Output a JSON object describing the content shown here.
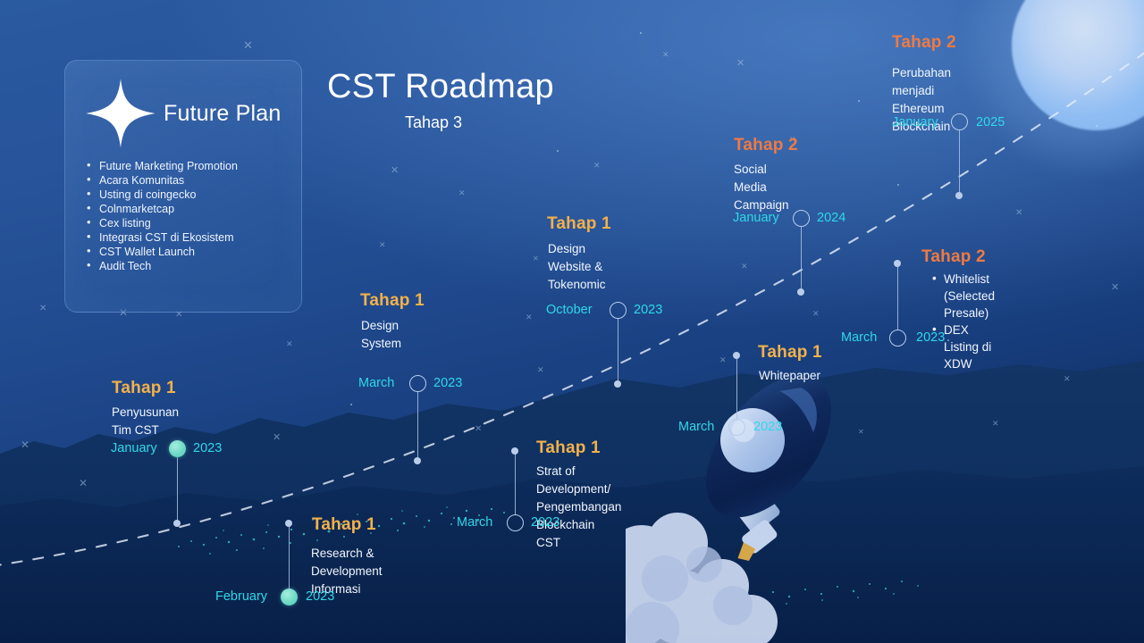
{
  "colors": {
    "phase1": "#f5b councils",
    "phase1_gold": "#f3b14a",
    "phase2_orange": "#ef7a42",
    "date_cyan": "#2fd8e8",
    "dot_teal": "#6fd9c6",
    "dot_outline": "#b7cdee",
    "bg_top": "#2a5aa0",
    "bg_bottom": "#09224c",
    "text_white": "#ffffff"
  },
  "header": {
    "title": "CST Roadmap",
    "subtitle": "Tahap 3"
  },
  "future_plan": {
    "icon": "sparkle-four-point-star-icon",
    "title": "Future Plan",
    "items": [
      "Future  Marketing Promotion",
      " Acara Komunitas",
      " Usting di coingecko",
      "Colnmarketcap",
      "Cex  listing",
      "Integrasi CST di Ekosistem",
      "CST Wallet Launch",
      "Audit Tech"
    ]
  },
  "milestones": [
    {
      "id": "penyusunan-tim-cst",
      "phase": "Tahap 1",
      "phase_color": "#f3b14a",
      "description": "Penyusunan Tim CST",
      "bullets": [],
      "month": "January",
      "year": "2023",
      "dot_style": "filled"
    },
    {
      "id": "research-development-informasi",
      "phase": "Tahap 1",
      "phase_color": "#f3b14a",
      "description": "Research &\nDevelopment Informasi",
      "bullets": [],
      "month": "February",
      "year": "2023",
      "dot_style": "filled"
    },
    {
      "id": "design-system",
      "phase": "Tahap 1",
      "phase_color": "#f3b14a",
      "description": "Design System",
      "bullets": [],
      "month": "March",
      "year": "2023",
      "dot_style": "hollow"
    },
    {
      "id": "strat-of-development",
      "phase": "Tahap 1",
      "phase_color": "#f3b14a",
      "description": "Strat of Development/\nPengembangan Blockchain CST",
      "bullets": [],
      "month": "March",
      "year": "2023",
      "dot_style": "hollow"
    },
    {
      "id": "design-website-tokenomic",
      "phase": "Tahap 1",
      "phase_color": "#f3b14a",
      "description": "Design Website &\nTokenomic",
      "bullets": [],
      "month": "October",
      "year": "2023",
      "dot_style": "hollow"
    },
    {
      "id": "whitepaper",
      "phase": "Tahap 1",
      "phase_color": "#f3b14a",
      "description": "Whitepaper",
      "bullets": [],
      "month": "March",
      "year": "2023",
      "dot_style": "hollow"
    },
    {
      "id": "whitelist-dex-listing",
      "phase": "Tahap 2",
      "phase_color": "#ef7a42",
      "description": "",
      "bullets": [
        "Whitelist (Selected\nPresale)",
        "DEX Listing di XDW"
      ],
      "month": "March",
      "year": "2023",
      "dot_style": "hollow"
    },
    {
      "id": "social-media-campaign",
      "phase": "Tahap 2",
      "phase_color": "#ef7a42",
      "description": "Social Media Campaign",
      "bullets": [],
      "month": "January",
      "year": "2024",
      "dot_style": "hollow"
    },
    {
      "id": "perubahan-ethereum-blockchain",
      "phase": "Tahap 2",
      "phase_color": "#ef7a42",
      "description": " Perubahan menjadi\nEthereum Blockchain",
      "bullets": [],
      "month": "January",
      "year": "2025",
      "dot_style": "hollow"
    }
  ],
  "decor": {
    "planet": "glowing-planet",
    "rocket": "rocket-icon",
    "path": "dashed-diagonal-trajectory"
  }
}
